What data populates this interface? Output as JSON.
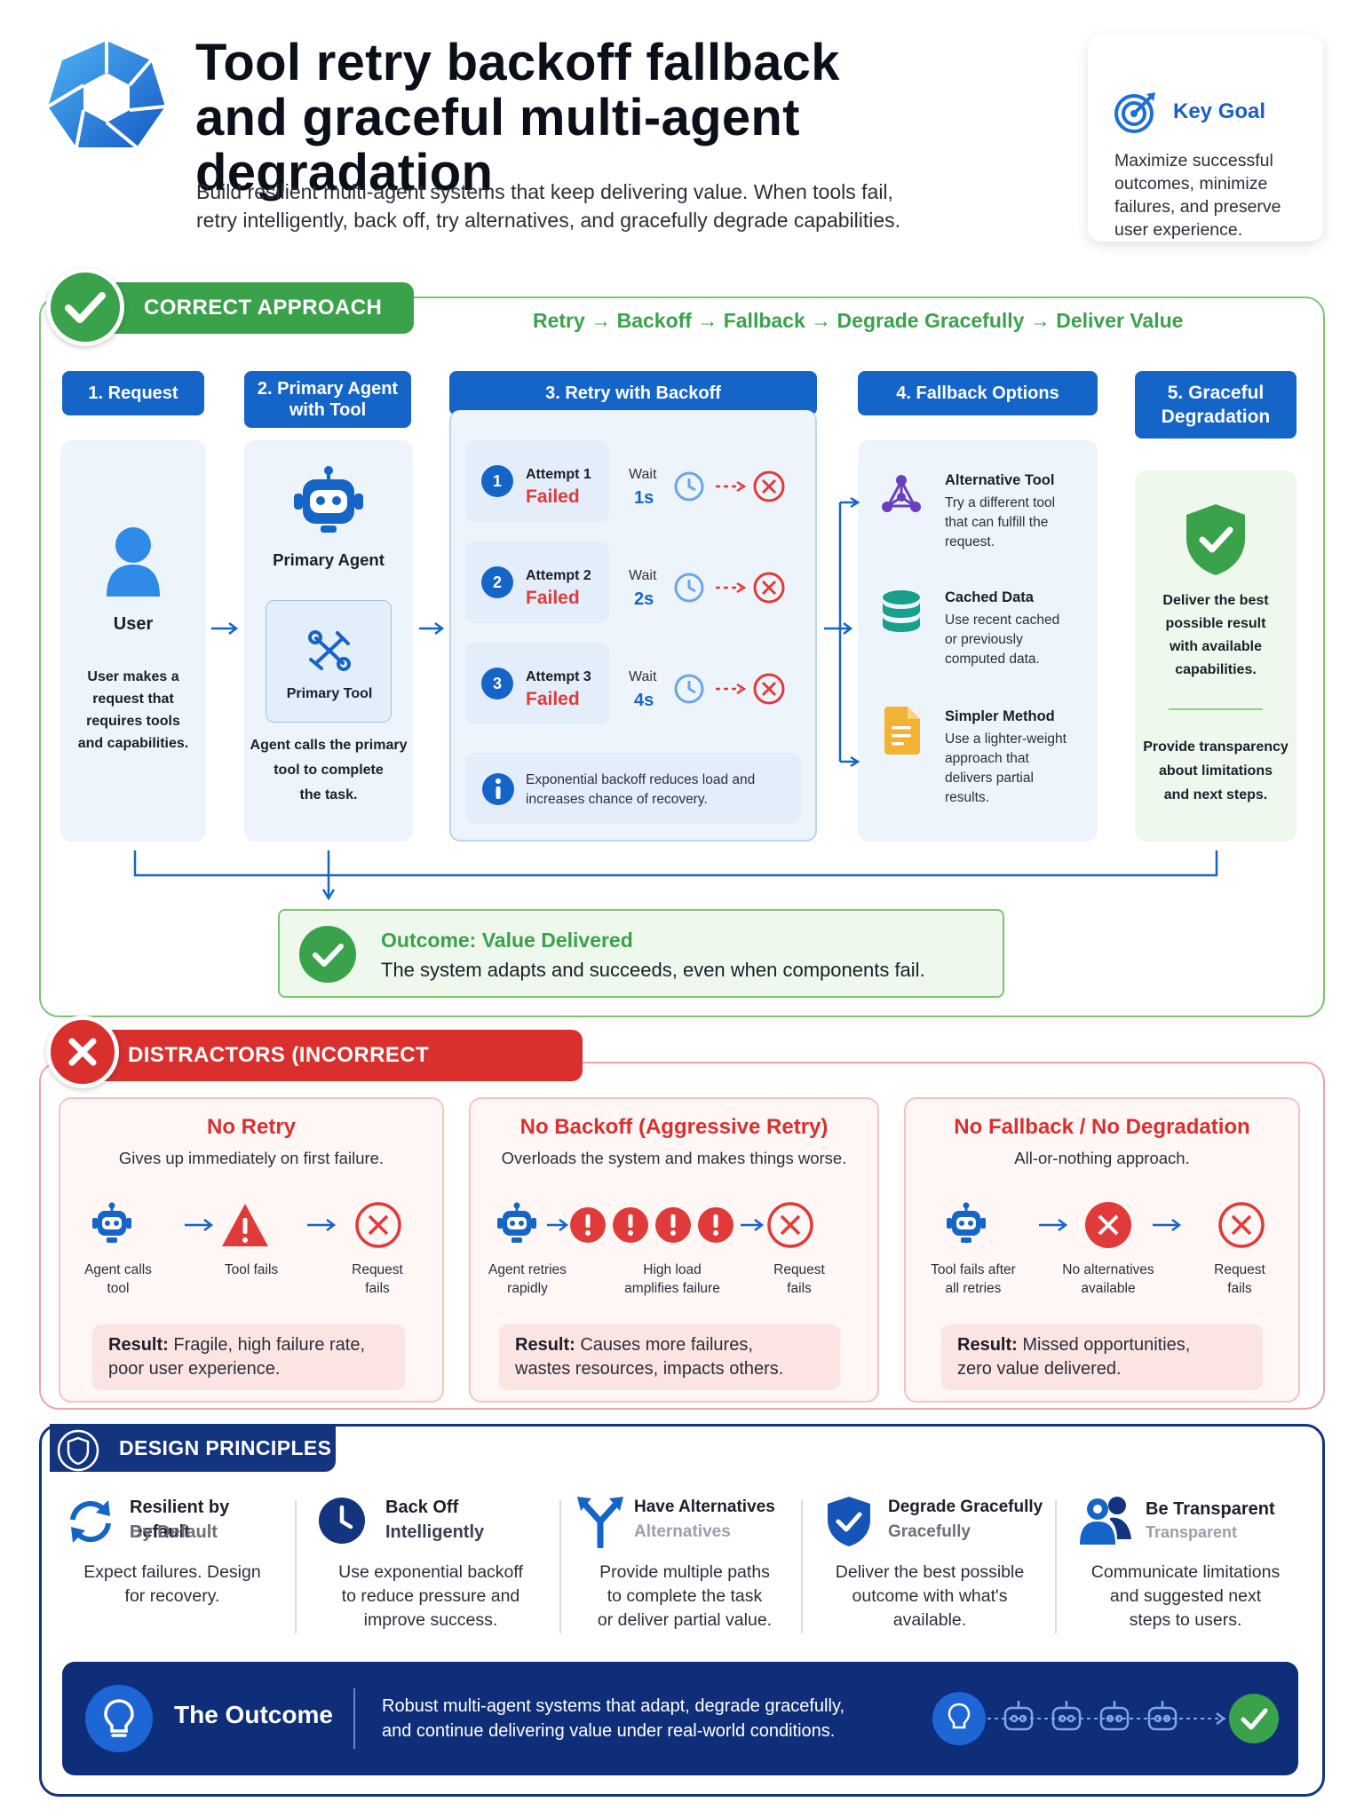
{
  "header": {
    "title_line1": "Tool retry backoff fallback",
    "title_line2": "and graceful multi-agent degradation",
    "subtitle_line1": "Build resilient multi-agent systems that keep delivering value. When tools fail,",
    "subtitle_line2": "retry intelligently, back off, try alternatives, and gracefully degrade capabilities."
  },
  "key_goal": {
    "title": "Key Goal",
    "text": "Maximize successful outcomes, minimize failures, and preserve user experience."
  },
  "correct": {
    "banner": "CORRECT APPROACH",
    "flow": "Retry → Backoff → Fallback → Degrade Gracefully → Deliver Value",
    "steps": [
      {
        "label": "1. Request"
      },
      {
        "label_l1": "2. Primary Agent",
        "label_l2": "with Tool"
      },
      {
        "label": "3. Retry with Backoff"
      },
      {
        "label": "4. Fallback Options"
      },
      {
        "label_l1": "5. Graceful",
        "label_l2": "Degradation"
      }
    ],
    "user": {
      "name": "User",
      "desc_l1": "User makes a",
      "desc_l2": "request that",
      "desc_l3": "requires tools",
      "desc_l4": "and capabilities."
    },
    "agent": {
      "name": "Primary Agent",
      "tool": "Primary Tool",
      "desc_l1": "Agent calls the primary",
      "desc_l2": "tool to complete",
      "desc_l3": "the task."
    },
    "attempts": [
      {
        "num": "1",
        "label": "Attempt 1",
        "status": "Failed",
        "wait": "Wait",
        "delay": "1s"
      },
      {
        "num": "2",
        "label": "Attempt 2",
        "status": "Failed",
        "wait": "Wait",
        "delay": "2s"
      },
      {
        "num": "3",
        "label": "Attempt 3",
        "status": "Failed",
        "wait": "Wait",
        "delay": "4s"
      }
    ],
    "backoff_note_l1": "Exponential backoff reduces load and",
    "backoff_note_l2": "increases chance of recovery.",
    "fallbacks": [
      {
        "title": "Alternative Tool",
        "desc_l1": "Try a different tool",
        "desc_l2": "that can fulfill the",
        "desc_l3": "request.",
        "desc_l4": ""
      },
      {
        "title": "Cached Data",
        "desc_l1": "Use recent cached",
        "desc_l2": "or previously",
        "desc_l3": "computed data.",
        "desc_l4": ""
      },
      {
        "title": "Simpler Method",
        "desc_l1": "Use a lighter-weight",
        "desc_l2": "approach that",
        "desc_l3": "delivers partial",
        "desc_l4": "results."
      }
    ],
    "degradation": {
      "text1_l1": "Deliver the best",
      "text1_l2": "possible result",
      "text1_l3": "with available",
      "text1_l4": "capabilities.",
      "text2_l1": "Provide transparency",
      "text2_l2": "about limitations",
      "text2_l3": "and next steps."
    },
    "outcome": {
      "title": "Outcome: Value Delivered",
      "text": "The system adapts and succeeds, even when components fail."
    }
  },
  "distractors": {
    "banner": "DISTRACTORS (INCORRECT APPROACHES)",
    "cards": [
      {
        "title": "No Retry",
        "subtitle": "Gives up immediately on first failure.",
        "labels": [
          [
            "Agent calls",
            "tool"
          ],
          [
            "Tool fails",
            ""
          ],
          [
            "Request",
            "fails"
          ]
        ],
        "result_label": "Result:",
        "result_l1": "Fragile, high failure rate,",
        "result_l2": "poor user experience."
      },
      {
        "title": "No Backoff (Aggressive Retry)",
        "subtitle": "Overloads the system and makes things worse.",
        "labels": [
          [
            "Agent retries",
            "rapidly"
          ],
          [
            "High load",
            "amplifies failure"
          ],
          [
            "Request",
            "fails"
          ]
        ],
        "result_label": "Result:",
        "result_l1": "Causes more failures,",
        "result_l2": "wastes resources, impacts others."
      },
      {
        "title": "No Fallback / No Degradation",
        "subtitle": "All-or-nothing approach.",
        "labels": [
          [
            "Tool fails after",
            "all retries"
          ],
          [
            "No alternatives",
            "available"
          ],
          [
            "Request",
            "fails"
          ]
        ],
        "result_label": "Result:",
        "result_l1": "Missed opportunities,",
        "result_l2": "zero value delivered."
      }
    ]
  },
  "principles": {
    "banner": "DESIGN PRINCIPLES",
    "items": [
      {
        "title_l1": "Resilient by Default",
        "title_l2": "By Default",
        "text_l1": "Expect failures. Design",
        "text_l2": "for recovery.",
        "text_l3": ""
      },
      {
        "title_l1": "Back Off",
        "title_l2": "Intelligently",
        "text_l1": "Use exponential backoff",
        "text_l2": "to reduce pressure and",
        "text_l3": "improve success."
      },
      {
        "title_l1": "Have Alternatives",
        "title_l2": "Alternatives",
        "text_l1": "Provide multiple paths",
        "text_l2": "to complete the task",
        "text_l3": "or deliver partial value."
      },
      {
        "title_l1": "Degrade Gracefully",
        "title_l2": "Gracefully",
        "text_l1": "Deliver the best possible",
        "text_l2": "outcome with what's",
        "text_l3": "available."
      },
      {
        "title_l1": "Be Transparent",
        "title_l2": "Transparent",
        "text_l1": "Communicate limitations",
        "text_l2": "and suggested next",
        "text_l3": "steps to users."
      }
    ],
    "outcome": {
      "title": "The Outcome",
      "text_l1": "Robust multi-agent systems that adapt, degrade gracefully,",
      "text_l2": "and continue delivering value under real-world conditions."
    }
  },
  "colors": {
    "primary_blue": "#1565c8",
    "navy": "#0f2e7a",
    "success_green": "#3aa24a",
    "error_red": "#d9302e"
  }
}
